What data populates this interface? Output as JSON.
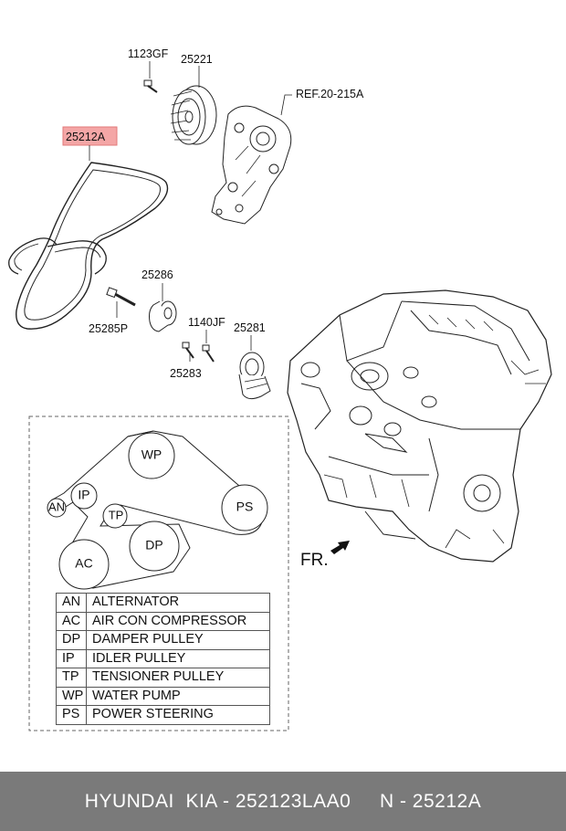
{
  "parts": {
    "bolt_top": "1123GF",
    "water_pump_pulley": "25221",
    "ref": "REF.20-215A",
    "belt": "25212A",
    "idler": "25286",
    "idler_bolt": "25285P",
    "tensioner_bolt_a": "1140JF",
    "tensioner": "25281",
    "tensioner_bolt_b": "25283"
  },
  "routing": {
    "pulleys": [
      "WP",
      "AN",
      "IP",
      "TP",
      "PS",
      "DP",
      "AC"
    ]
  },
  "legend": [
    {
      "code": "AN",
      "name": "ALTERNATOR"
    },
    {
      "code": "AC",
      "name": "AIR CON COMPRESSOR"
    },
    {
      "code": "DP",
      "name": "DAMPER PULLEY"
    },
    {
      "code": "IP",
      "name": "IDLER PULLEY"
    },
    {
      "code": "TP",
      "name": "TENSIONER PULLEY"
    },
    {
      "code": "WP",
      "name": "WATER PUMP"
    },
    {
      "code": "PS",
      "name": "POWER STEERING"
    }
  ],
  "front_marker": "FR.",
  "footer": {
    "brand": "HYUNDAI  KIA - 252123LAA0",
    "ref": "N - 25212A"
  },
  "colors": {
    "highlight": "#f4a6a6",
    "footer_bg": "#7a7a7a"
  }
}
